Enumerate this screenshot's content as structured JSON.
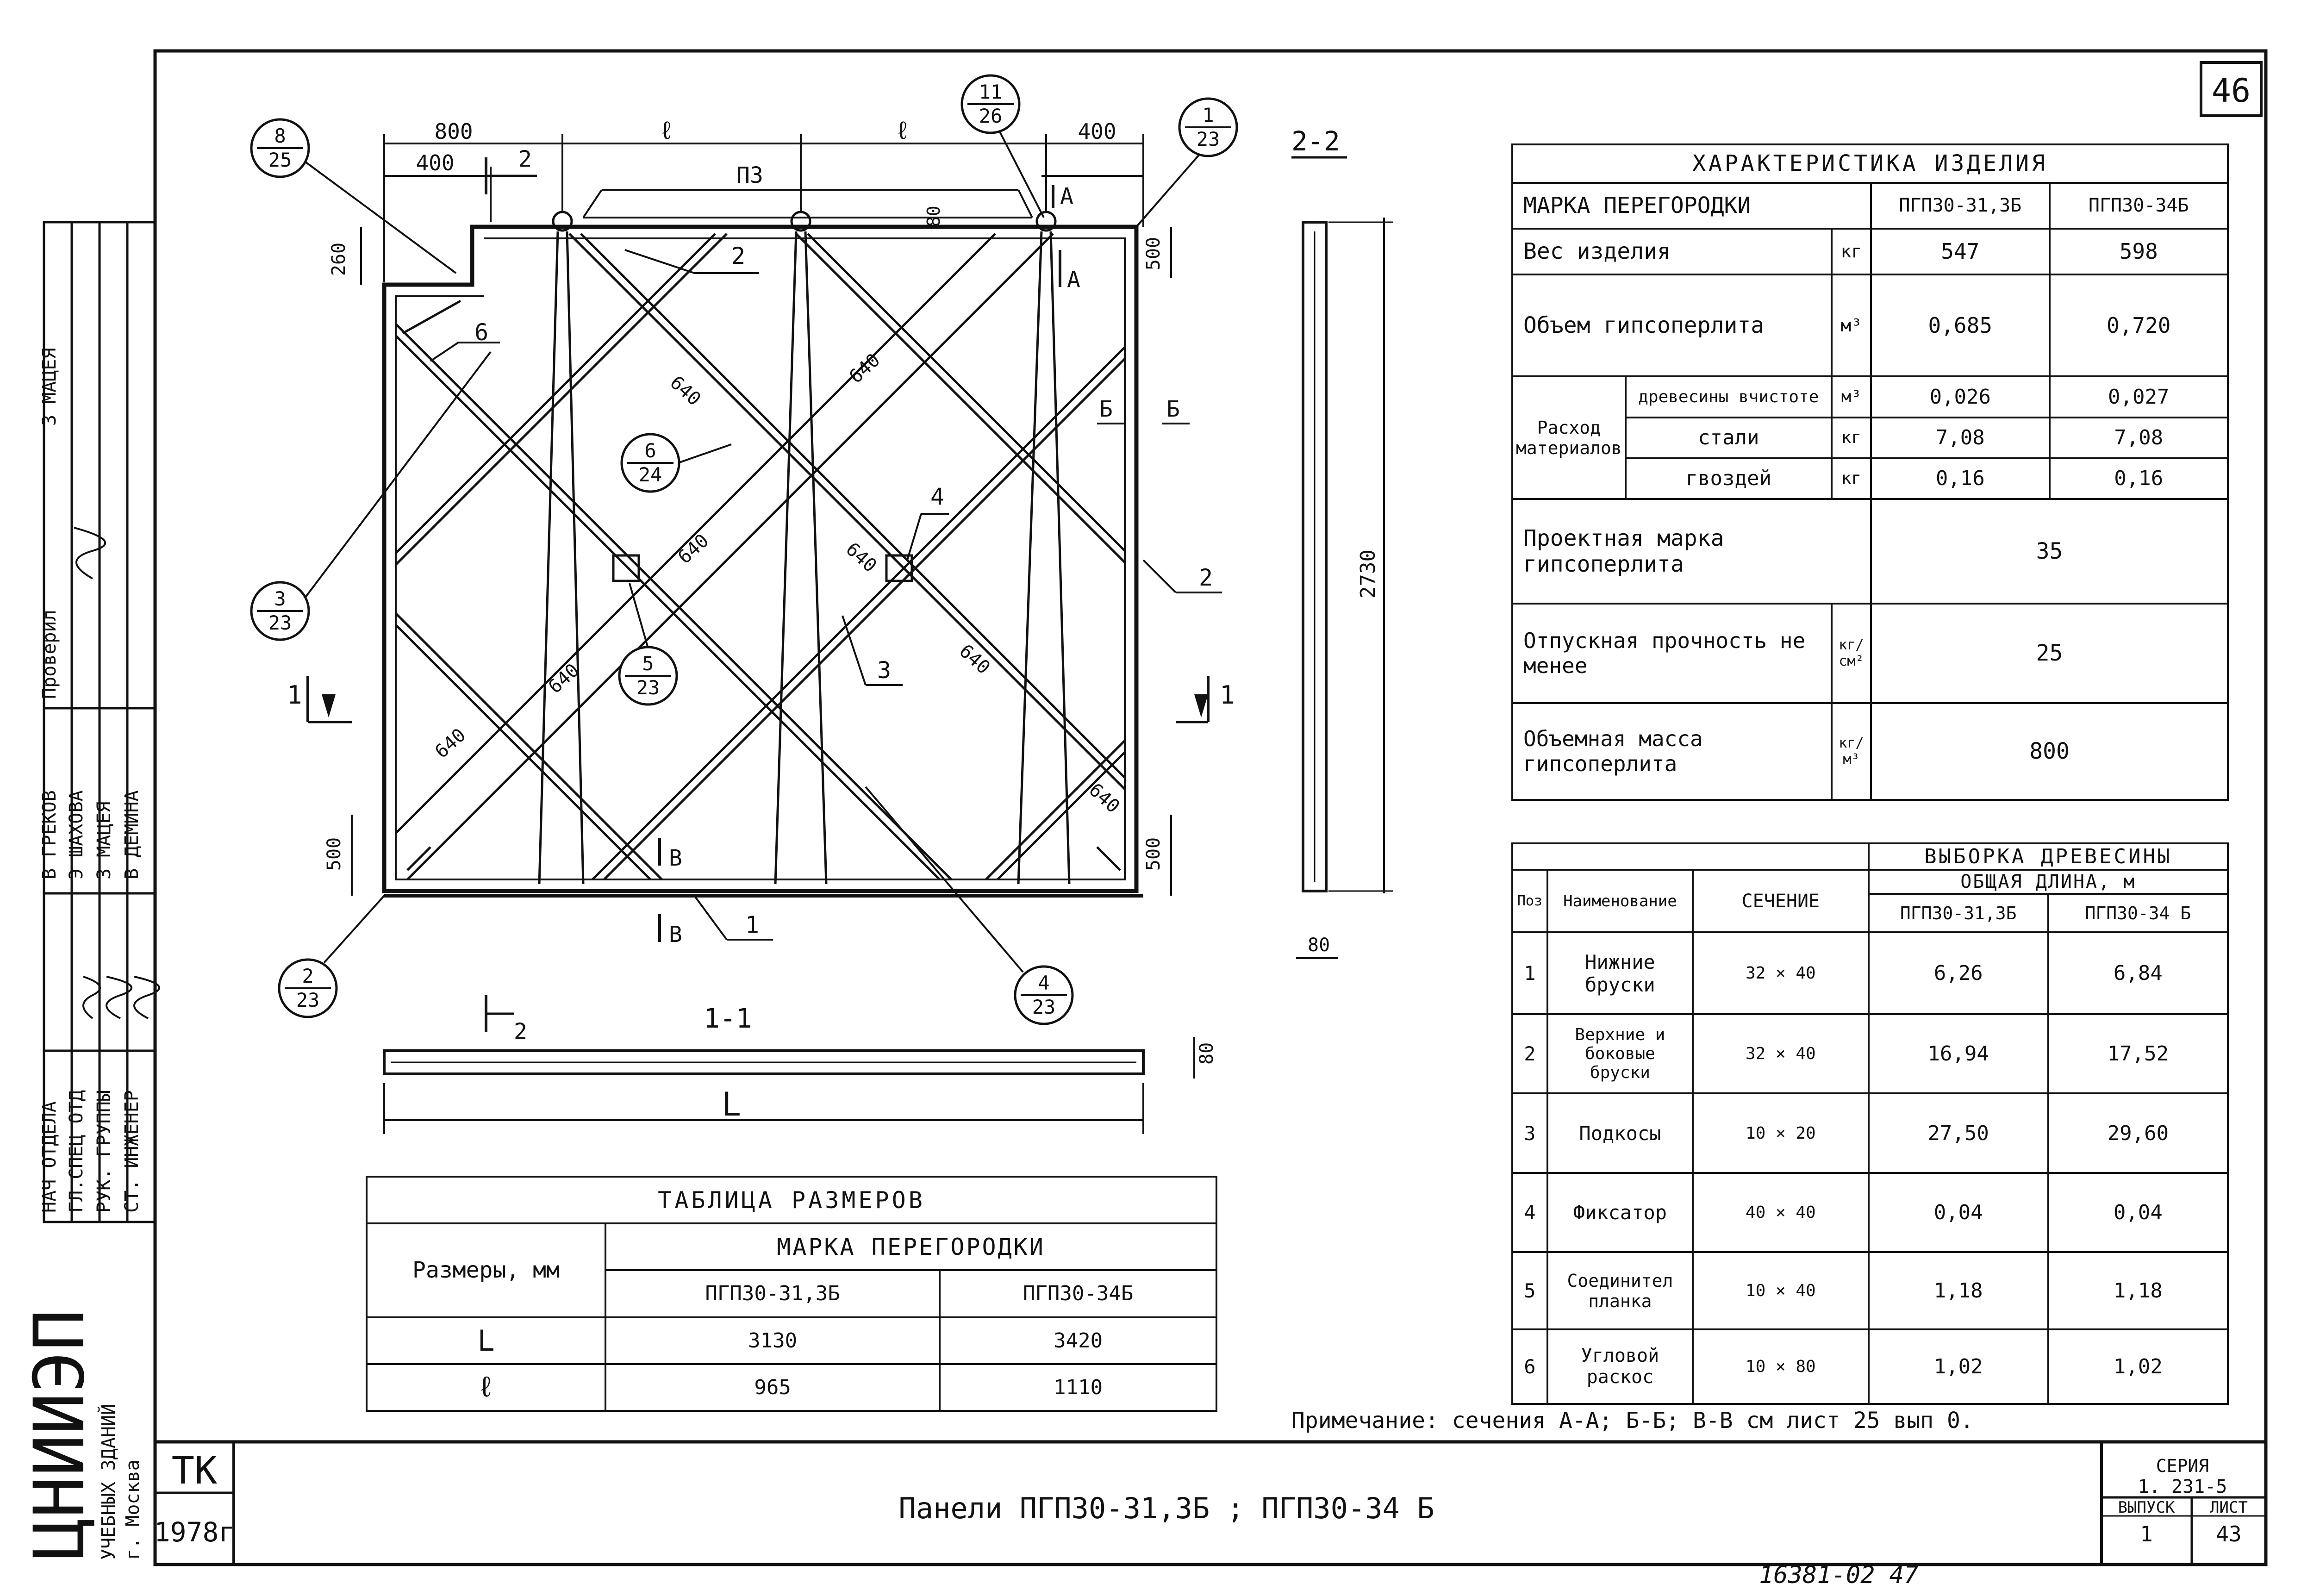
{
  "sheet_corner": "46",
  "bottom_note": "16381-02   47",
  "title_block": {
    "tk": "ТК",
    "year": "1978г",
    "title": "Панели  ПГП30-31,3Б ;  ПГП30-34 Б",
    "series_label": "СЕРИЯ",
    "series_value": "1. 231-5",
    "issue_label": "ВЫПУСК",
    "issue_value": "1",
    "sheet_label": "ЛИСТ",
    "sheet_value": "43",
    "org": "ЦНИИЭП",
    "org_sub1": "УЧЕБНЫХ ЗДАНИЙ",
    "org_sub2": "г. Москва"
  },
  "stamp": [
    {
      "role": "НАЧ ОТДЕЛА",
      "name": "В ГРЕКОВ"
    },
    {
      "role": "ГЛ.СПЕЦ ОТД",
      "name": "Э ШАХОВА"
    },
    {
      "role": "РУК. ГРУППЫ",
      "name": "З МАЦЕЯ"
    },
    {
      "role": "СТ. ИНЖЕНЕР",
      "name": "В ДЕМИНА"
    }
  ],
  "stamp_checked": {
    "role": "Проверил",
    "name": "З МАЦЕЯ"
  },
  "drawing": {
    "dims_top": [
      "800",
      "ℓ",
      "ℓ",
      "400",
      "400"
    ],
    "dim_pz": "П3",
    "dim_80": "80",
    "dim_260": "260",
    "dim_500": "500",
    "dim_2730": "2730",
    "dim_640": "640",
    "dim_80_side": "80",
    "dim_L": "L",
    "section_22": "2-2",
    "section_11": "1-1",
    "marks": {
      "aa": "А",
      "bb": "Б",
      "vv": "В",
      "one": "1",
      "two": "2"
    },
    "positions": [
      "1",
      "2",
      "3",
      "4",
      "6",
      "2"
    ],
    "callouts": [
      {
        "top": "8",
        "bot": "25"
      },
      {
        "top": "11",
        "bot": "26"
      },
      {
        "top": "1",
        "bot": "23"
      },
      {
        "top": "6",
        "bot": "24"
      },
      {
        "top": "3",
        "bot": "23"
      },
      {
        "top": "5",
        "bot": "23"
      },
      {
        "top": "2",
        "bot": "23"
      },
      {
        "top": "4",
        "bot": "23"
      }
    ]
  },
  "sizes_table": {
    "title": "ТАБЛИЦА  РАЗМЕРОВ",
    "col_header": "Размеры, мм",
    "group_header": "МАРКА  ПЕРЕГОРОДКИ",
    "brands": [
      "ПГП30-31,3Б",
      "ПГП30-34Б"
    ],
    "rows": [
      {
        "label": "L",
        "v1": "3130",
        "v2": "3420"
      },
      {
        "label": "ℓ",
        "v1": "965",
        "v2": "1110"
      }
    ]
  },
  "char_table": {
    "title": "ХАРАКТЕРИСТИКА  ИЗДЕЛИЯ",
    "brand_label": "МАРКА ПЕРЕГОРОДКИ",
    "brands": [
      "ПГП30-31,3Б",
      "ПГП30-34Б"
    ],
    "weight": {
      "label": "Вес изделия",
      "unit": "кг",
      "v1": "547",
      "v2": "598"
    },
    "volume": {
      "label": "Объем гипсоперлита",
      "unit": "м³",
      "v1": "0,685",
      "v2": "0,720"
    },
    "consumption_label": "Расход материалов",
    "consumption": [
      {
        "label": "древесины вчистоте",
        "unit": "м³",
        "v1": "0,026",
        "v2": "0,027"
      },
      {
        "label": "стали",
        "unit": "кг",
        "v1": "7,08",
        "v2": "7,08"
      },
      {
        "label": "гвоздей",
        "unit": "кг",
        "v1": "0,16",
        "v2": "0,16"
      }
    ],
    "design_mark": {
      "label": "Проектная марка гипсоперлита",
      "value": "35"
    },
    "release_strength": {
      "label": "Отпускная прочность не менее",
      "unit": "кг/см²",
      "value": "25"
    },
    "density": {
      "label": "Объемная масса гипсоперлита",
      "unit": "кг/м³",
      "value": "800"
    }
  },
  "wood_table": {
    "title": "ВЫБОРКА  ДРЕВЕСИНЫ",
    "total_len": "ОБЩАЯ  ДЛИНА, м",
    "col_pos": "Поз",
    "col_name": "Наименование",
    "col_section": "СЕЧЕНИЕ",
    "brands": [
      "ПГП30-31,3Б",
      "ПГП30-34 Б"
    ],
    "rows": [
      {
        "pos": "1",
        "name": "Нижние бруски",
        "sec": "32 × 40",
        "v1": "6,26",
        "v2": "6,84"
      },
      {
        "pos": "2",
        "name": "Верхние и боковые бруски",
        "sec": "32 × 40",
        "v1": "16,94",
        "v2": "17,52"
      },
      {
        "pos": "3",
        "name": "Подкосы",
        "sec": "10 × 20",
        "v1": "27,50",
        "v2": "29,60"
      },
      {
        "pos": "4",
        "name": "Фиксатор",
        "sec": "40 × 40",
        "v1": "0,04",
        "v2": "0,04"
      },
      {
        "pos": "5",
        "name": "Соединител планка",
        "sec": "10 × 40",
        "v1": "1,18",
        "v2": "1,18"
      },
      {
        "pos": "6",
        "name": "Угловой раскос",
        "sec": "10 × 80",
        "v1": "1,02",
        "v2": "1,02"
      }
    ]
  },
  "note": "Примечание: сечения А-А; Б-Б; В-В см лист 25 вып 0."
}
